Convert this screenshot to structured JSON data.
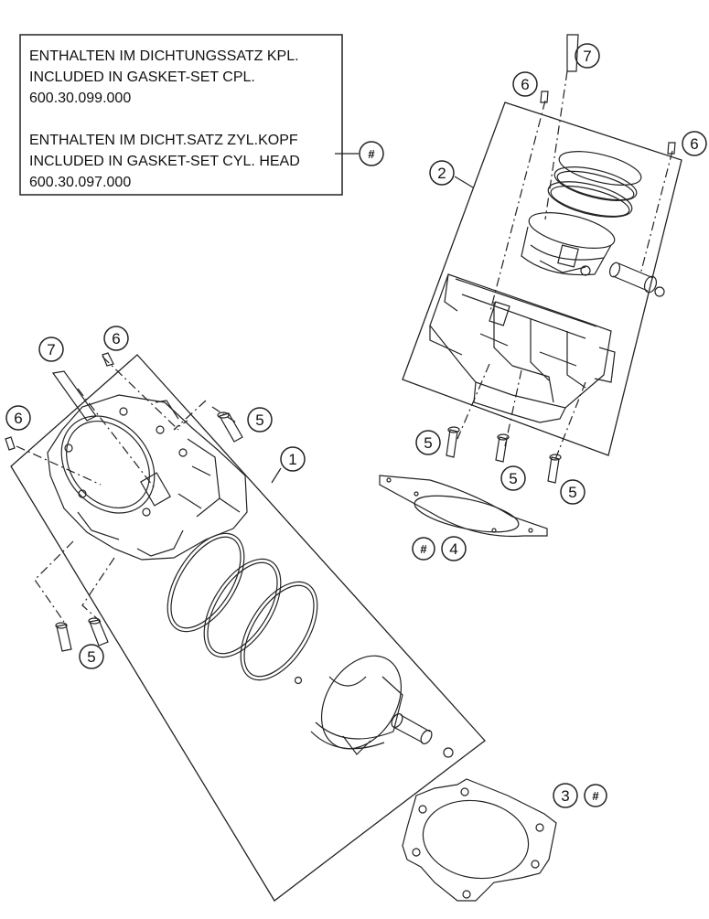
{
  "note": {
    "lines": [
      "ENTHALTEN IM DICHTUNGSSATZ KPL.",
      "INCLUDED IN GASKET-SET CPL.",
      "600.30.099.000",
      "ENTHALTEN IM DICHT.SATZ ZYL.KOPF",
      "INCLUDED IN GASKET-SET CYL. HEAD",
      "600.30.097.000"
    ],
    "hash_symbol": "#"
  },
  "callouts": {
    "c7_top": "7",
    "c6_top": "6",
    "c6_right": "6",
    "c2": "2",
    "c7_left": "7",
    "c6_left_top": "6",
    "c6_left": "6",
    "c5_left_top": "5",
    "c1": "1",
    "c5_mid_a": "5",
    "c5_mid_b": "5",
    "c5_mid_c": "5",
    "c4_hash": "#",
    "c4": "4",
    "c5_bottom_left": "5",
    "c3": "3",
    "c3_hash": "#"
  }
}
